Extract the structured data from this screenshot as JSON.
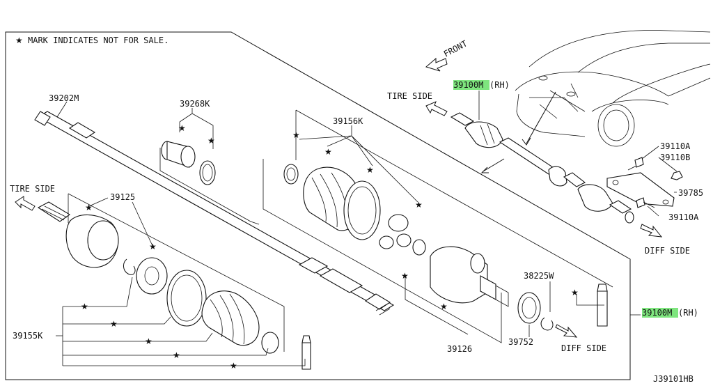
{
  "notice": "MARK INDICATES NOT FOR SALE.",
  "diagram_code": "J39101HB",
  "direction_labels": {
    "front": "FRONT",
    "tire_side_main": "TIRE SIDE",
    "tire_side_inset": "TIRE SIDE",
    "diff_side_right": "DIFF SIDE",
    "diff_side_bottom": "DIFF SIDE"
  },
  "parts": {
    "p39202M": "39202M",
    "p39268K": "39268K",
    "p39156K": "39156K",
    "p39125": "39125",
    "p39155K": "39155K",
    "p39126": "39126",
    "p39752": "39752",
    "p38225W": "38225W",
    "p39100M_top": "39100M",
    "p39100M_top_suffix": "(RH)",
    "p39100M_right": "39100M",
    "p39100M_right_suffix": "(RH)",
    "p39110A_top": "39110A",
    "p39110B": "39110B",
    "p39785": "39785",
    "p39110A_bottom": "39110A"
  },
  "colors": {
    "highlight": "#7ee57e",
    "line": "#111111"
  }
}
